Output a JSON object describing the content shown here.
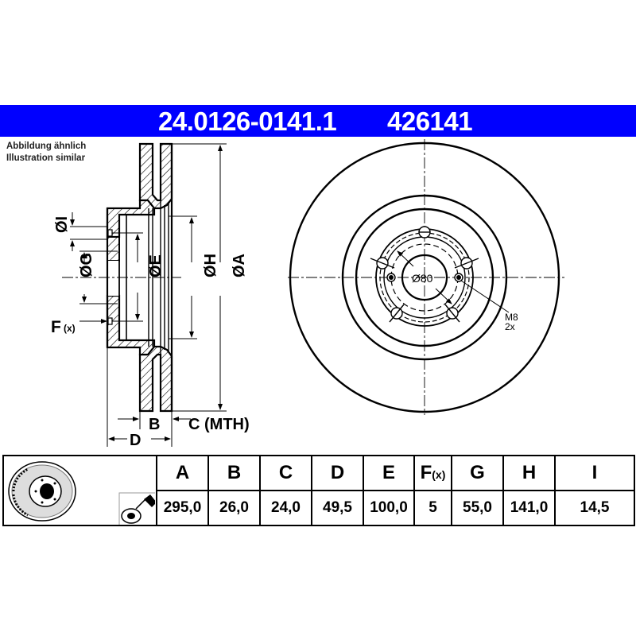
{
  "header": {
    "part_number": "24.0126-0141.1",
    "reference_number": "426141",
    "banner_color": "#0000ff"
  },
  "note": {
    "line1": "Abbildung ähnlich",
    "line2": "Illustration similar"
  },
  "cross_section": {
    "labels": {
      "I": "ØI",
      "G": "ØG",
      "E": "ØE",
      "H": "ØH",
      "A": "ØA",
      "F": "F",
      "F_sub": "(x)",
      "B": "B",
      "C": "C (MTH)",
      "D": "D"
    }
  },
  "front_view": {
    "center_bore_label": "Ø80",
    "thread_label_line1": "M8",
    "thread_label_line2": "2x"
  },
  "table": {
    "icons": [
      "brake-disc-illustration",
      "coated-disc-spray-icon"
    ],
    "columns": [
      {
        "key": "A",
        "header": "A",
        "value": "295,0"
      },
      {
        "key": "B",
        "header": "B",
        "value": "26,0"
      },
      {
        "key": "C",
        "header": "C",
        "value": "24,0"
      },
      {
        "key": "D",
        "header": "D",
        "value": "49,5"
      },
      {
        "key": "E",
        "header": "E",
        "value": "100,0"
      },
      {
        "key": "F",
        "header": "F",
        "header_sub": "(x)",
        "value": "5"
      },
      {
        "key": "G",
        "header": "G",
        "value": "55,0"
      },
      {
        "key": "H",
        "header": "H",
        "value": "141,0"
      },
      {
        "key": "I",
        "header": "I",
        "value": "14,5"
      }
    ]
  }
}
